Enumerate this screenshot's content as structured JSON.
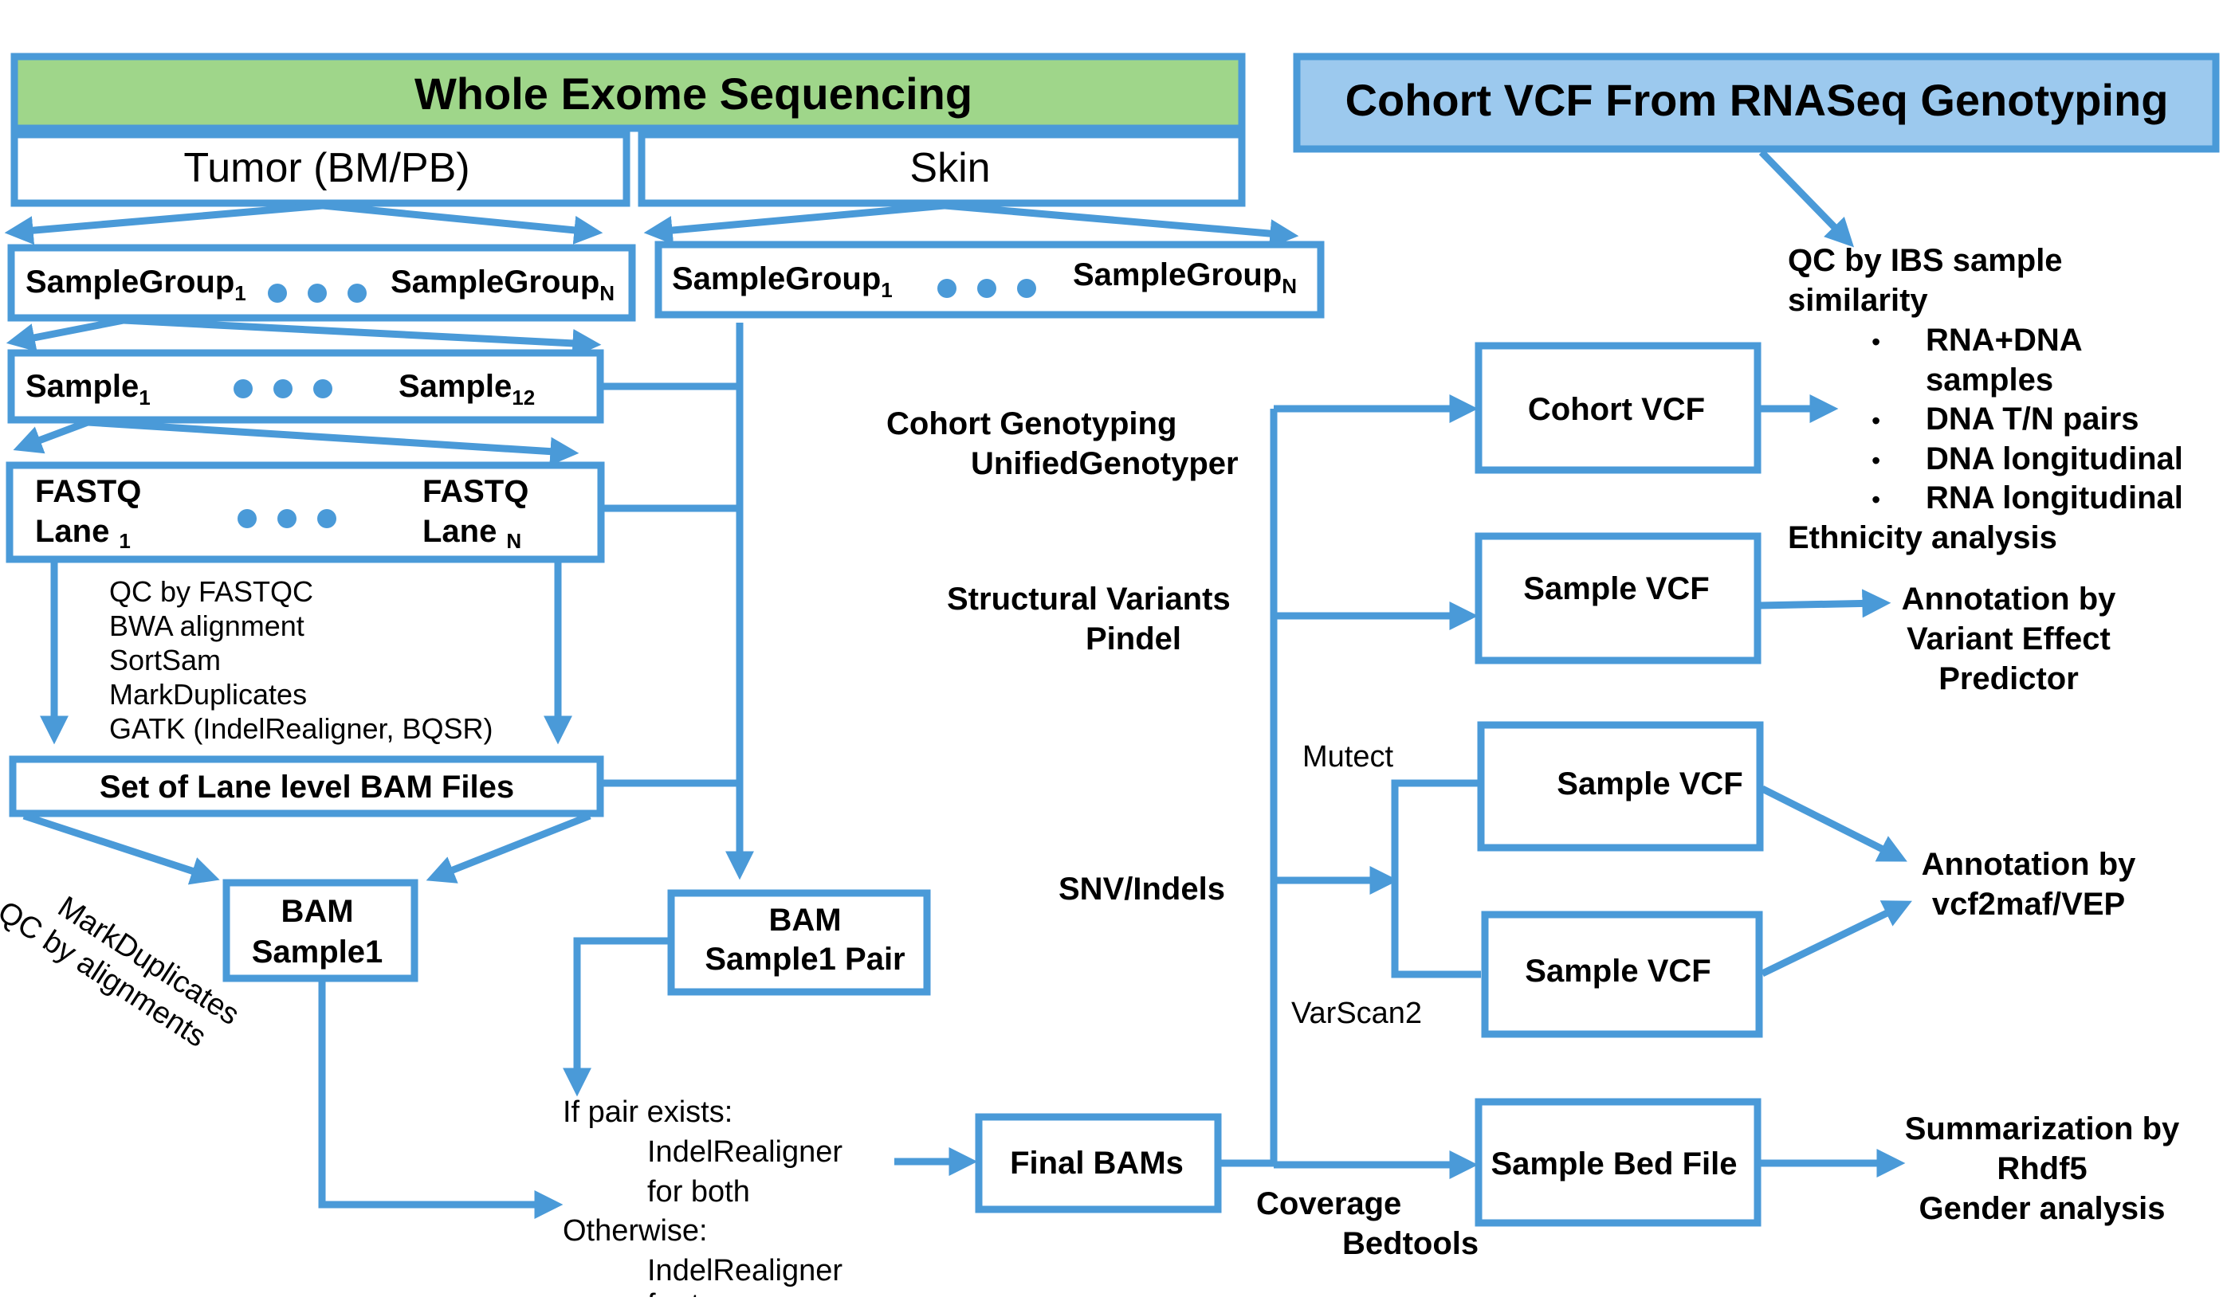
{
  "wes": {
    "title": "Whole Exome Sequencing",
    "tumor": "Tumor (BM/PB)",
    "skin": "Skin"
  },
  "rna": {
    "title": "Cohort VCF From RNASeq Genotyping",
    "qc_line1": "QC by IBS sample",
    "qc_line2": "similarity",
    "bullets": [
      "RNA+DNA",
      "samples",
      "DNA T/N pairs",
      "DNA longitudinal",
      "RNA longitudinal"
    ],
    "bullet_mark": "•",
    "ethnicity": "Ethnicity analysis"
  },
  "groups": {
    "label": "SampleGroup",
    "sub_first": "1",
    "sub_last": "N"
  },
  "samples": {
    "label": "Sample",
    "sub_first": "1",
    "sub_last": "12"
  },
  "fastq": {
    "label": "FASTQ",
    "lane": "Lane",
    "sub_first": "1",
    "sub_last": "N"
  },
  "steps": [
    "QC by FASTQC",
    "BWA alignment",
    "SortSam",
    "MarkDuplicates",
    "GATK (IndelRealigner, BQSR)"
  ],
  "lane_bam": "Set of Lane level BAM Files",
  "bam_sample": {
    "line1": "BAM",
    "line2": "Sample1"
  },
  "bam_pair": {
    "line1": "BAM",
    "line2": "Sample1 Pair"
  },
  "rotated": {
    "line1": "MarkDuplicates",
    "line2": "QC by alignments"
  },
  "realign": {
    "line1": "If pair exists:",
    "line2": "IndelRealigner",
    "line3": "for both",
    "line4": "Otherwise:",
    "line5": "IndelRealigner",
    "line6": "for tumor"
  },
  "final_bams": "Final BAMs",
  "methods": {
    "cohort1": "Cohort Genotyping",
    "cohort2": "UnifiedGenotyper",
    "sv1": "Structural Variants",
    "sv2": "Pindel",
    "mutect": "Mutect",
    "snv": "SNV/Indels",
    "varscan": "VarScan2",
    "cov1": "Coverage",
    "cov2": "Bedtools"
  },
  "outputs": {
    "cohort_vcf": "Cohort VCF",
    "sample_vcf_sv": "Sample VCF",
    "sample_vcf_mutect": "Sample VCF",
    "sample_vcf_varscan": "Sample VCF",
    "bed": "Sample Bed File"
  },
  "annotations": {
    "vep1": "Annotation by",
    "vep2": "Variant Effect",
    "vep3": "Predictor",
    "maf1": "Annotation by",
    "maf2": "vcf2maf/VEP",
    "sum1": "Summarization by",
    "sum2": "Rhdf5",
    "sum3": "Gender analysis"
  },
  "colors": {
    "stroke": "#4a9ad8",
    "wes_header": "#9fd68a",
    "rna_header": "#9cc9ee"
  }
}
